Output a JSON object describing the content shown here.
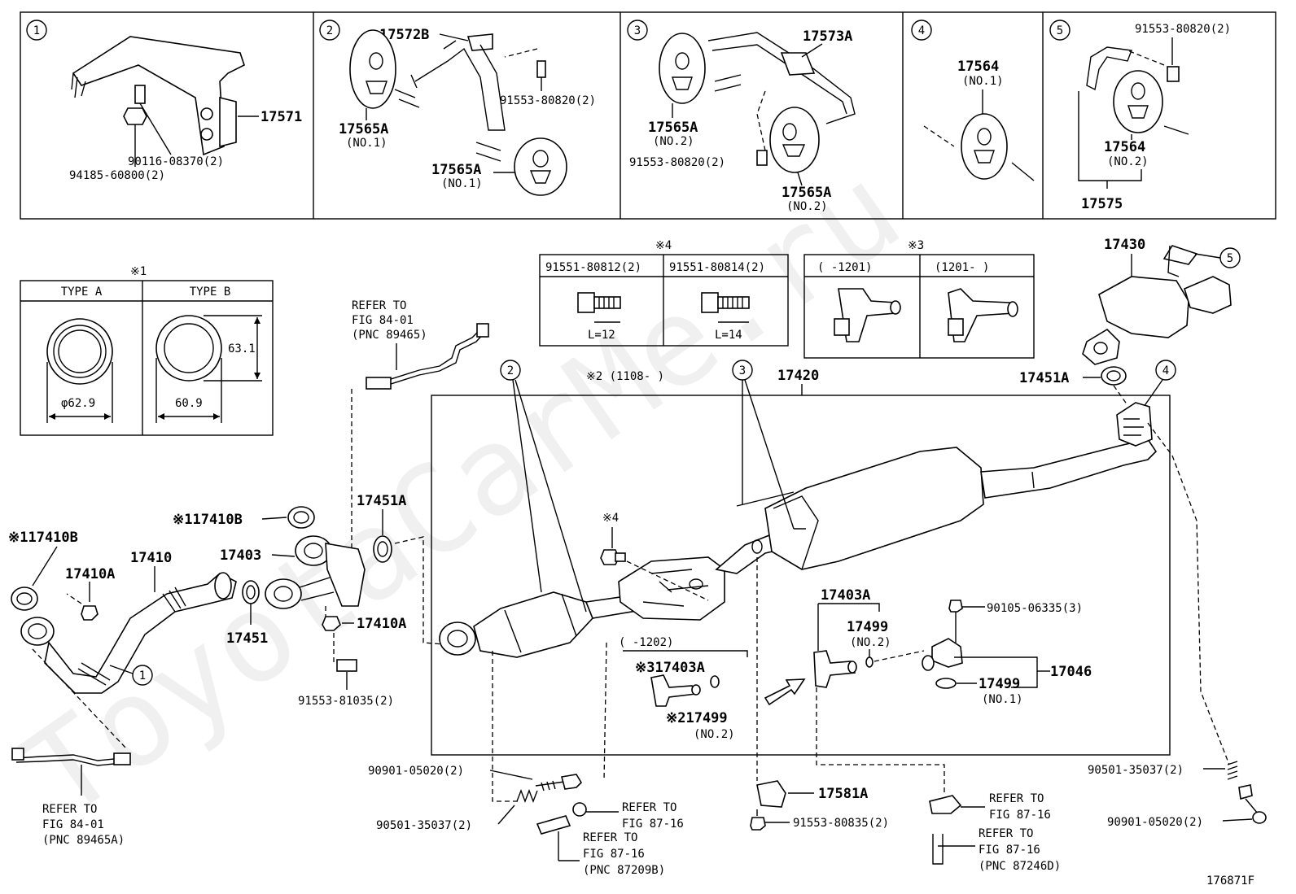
{
  "watermark": "ToyotaCarMe.ru",
  "figure_code": "176871F",
  "panel1": {
    "num": "1",
    "p_17571": "17571",
    "p_90116": "90116-08370(2)",
    "p_94185": "94185-60800(2)"
  },
  "panel2": {
    "num": "2",
    "p_17572b": "17572B",
    "p_91553": "91553-80820(2)",
    "p_17565a_1": "17565A",
    "q_17565a_1": "(NO.1)",
    "p_17565a_2": "17565A",
    "q_17565a_2": "(NO.1)"
  },
  "panel3": {
    "num": "3",
    "p_17573a": "17573A",
    "p_17565a_1": "17565A",
    "q_17565a_1": "(NO.2)",
    "p_91553": "91553-80820(2)",
    "p_17565a_2": "17565A",
    "q_17565a_2": "(NO.2)"
  },
  "panel4": {
    "num": "4",
    "p_17564": "17564",
    "q_17564": "(NO.1)"
  },
  "panel5": {
    "num": "5",
    "p_91553": "91553-80820(2)",
    "p_17564": "17564",
    "q_17564": "(NO.2)",
    "p_17575": "17575"
  },
  "gasket_table": {
    "mark": "※1",
    "col_a": "TYPE A",
    "col_b": "TYPE B",
    "dim_a": "φ62.9",
    "dim_b_w": "60.9",
    "dim_b_h": "63.1"
  },
  "bolt_table": {
    "mark": "※4",
    "col1": "91551-80812(2)",
    "col2": "91551-80814(2)",
    "len1": "L=12",
    "len2": "L=14"
  },
  "date_table": {
    "mark": "※3",
    "col1": "(    -1201)",
    "col2": "(1201-     )"
  },
  "labels": {
    "refer_a1": "REFER TO",
    "refer_a2": "FIG 84-01",
    "refer_a3": "(PNC 89465)",
    "p_17410b_l": "※117410B",
    "p_17410b_m": "※117410B",
    "p_17410a_1": "17410A",
    "p_17410": "17410",
    "p_17403": "17403",
    "p_17451a_m": "17451A",
    "p_17451": "17451",
    "p_17410a_2": "17410A",
    "p_91553_81035": "91553-81035(2)",
    "refer_b1": "REFER TO",
    "refer_b2": "FIG 84-01",
    "refer_b3": "(PNC 89465A)",
    "p_17430": "17430",
    "p_17451a_r": "17451A",
    "mark2": "※2 (1108-    )",
    "p_17420": "17420",
    "mark4": "※4",
    "p_17403a": "17403A",
    "p_17499_1": "17499",
    "q_17499_1": "(NO.2)",
    "p_90105": "90105-06335(3)",
    "p_17046": "17046",
    "p_17499_2": "17499",
    "q_17499_2": "(NO.1)",
    "date_1202": "(    -1202)",
    "p_17403a_s": "※317403A",
    "p_17499_s": "※217499",
    "q_17499_s": "(NO.2)",
    "p_90901_l": "90901-05020(2)",
    "p_90501_l": "90501-35037(2)",
    "refer_c1": "REFER TO",
    "refer_c2": "FIG 87-16",
    "refer_d1": "REFER TO",
    "refer_d2": "FIG 87-16",
    "refer_d3": "(PNC 87209B)",
    "p_17581a": "17581A",
    "p_91553_80835": "91553-80835(2)",
    "refer_e1": "REFER TO",
    "refer_e2": "FIG 87-16",
    "refer_f1": "REFER TO",
    "refer_f2": "FIG 87-16",
    "refer_f3": "(PNC 87246D)",
    "p_90501_r": "90501-35037(2)",
    "p_90901_r": "90901-05020(2)",
    "c1": "1",
    "c2": "2",
    "c3": "3",
    "c4": "4",
    "c5": "5"
  }
}
